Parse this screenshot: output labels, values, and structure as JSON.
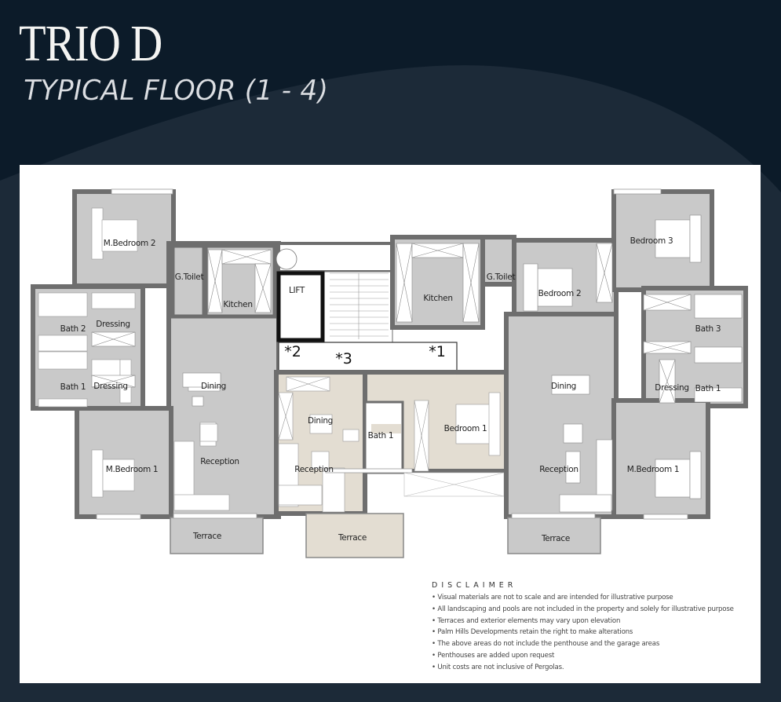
{
  "header": {
    "title": "TRIO D",
    "subtitle": "TYPICAL FLOOR (1 - 4)"
  },
  "colors": {
    "background": "#0c1b29",
    "background_curve": "#1c2a38",
    "card": "#ffffff",
    "wall": "#6e6e6e",
    "floor_gray": "#c9c9c9",
    "floor_beige": "#e3ddd2",
    "furniture": "#ffffff"
  },
  "plan": {
    "left_unit": {
      "rooms": [
        {
          "label": "M.Bedroom 2"
        },
        {
          "label": "G.Toilet"
        },
        {
          "label": "Kitchen"
        },
        {
          "label": "Bath 2"
        },
        {
          "label": "Dressing"
        },
        {
          "label": "Bath 1"
        },
        {
          "label": "Dressing"
        },
        {
          "label": "Dining"
        },
        {
          "label": "M.Bedroom 1"
        },
        {
          "label": "Reception"
        },
        {
          "label": "Terrace"
        }
      ]
    },
    "core": {
      "lift": "LIFT",
      "markers": [
        "*2",
        "*3",
        "*1"
      ]
    },
    "middle_unit": {
      "rooms": [
        {
          "label": "Dining"
        },
        {
          "label": "Bath 1"
        },
        {
          "label": "Bedroom 1"
        },
        {
          "label": "Reception"
        },
        {
          "label": "Terrace"
        }
      ]
    },
    "right_unit": {
      "rooms": [
        {
          "label": "Kitchen"
        },
        {
          "label": "G.Toilet"
        },
        {
          "label": "Bedroom 2"
        },
        {
          "label": "Bedroom 3"
        },
        {
          "label": "Bath 3"
        },
        {
          "label": "Dining"
        },
        {
          "label": "Dressing"
        },
        {
          "label": "Bath 1"
        },
        {
          "label": "Reception"
        },
        {
          "label": "M.Bedroom 1"
        },
        {
          "label": "Terrace"
        }
      ]
    }
  },
  "disclaimer": {
    "title": "DISCLAIMER",
    "items": [
      "Visual materials are not to scale and are intended for illustrative purpose",
      "All landscaping and pools are not included in the property and solely for illustrative purpose",
      "Terraces and exterior elements may vary upon elevation",
      "Palm Hills Developments retain the right to make alterations",
      "The above areas do not include the penthouse and the garage areas",
      "Penthouses are added upon request",
      "Unit costs are not inclusive of Pergolas."
    ]
  }
}
